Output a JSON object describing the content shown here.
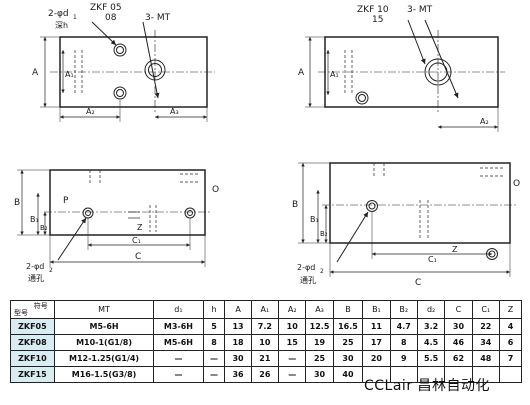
{
  "drawing": {
    "tl": {
      "model": "ZKF 05",
      "model2": "08",
      "hole_label": "2-φd",
      "hole_sub": "1",
      "hole_depth": "深h",
      "thread": "3- MT",
      "dim_A": "A",
      "dim_A1": "A₁",
      "dim_A2": "A₂",
      "dim_A3": "A₃"
    },
    "tr": {
      "model": "ZKF 10",
      "model2": "15",
      "thread": "3- MT",
      "dim_A": "A",
      "dim_A1": "A₁",
      "dim_A2": "A₂"
    },
    "bl": {
      "dim_B": "B",
      "dim_B1": "B₁",
      "dim_B2": "B₂",
      "port_P": "P",
      "port_O": "O",
      "port_Z": "Z",
      "dim_C": "C",
      "dim_C1": "C₁",
      "hole_label": "2-φd",
      "hole_sub": "2",
      "through": "通孔"
    },
    "br": {
      "dim_B": "B",
      "dim_B1": "B₁",
      "dim_B2": "B₂",
      "port_O": "O",
      "port_Z": "Z",
      "dim_C": "C",
      "dim_C1": "C₁",
      "hole_label": "2-φd",
      "hole_sub": "2",
      "through": "通孔"
    }
  },
  "table": {
    "corner_top": "符号",
    "corner_bottom": "型号",
    "headers": [
      "MT",
      "d₁",
      "h",
      "A",
      "A₁",
      "A₂",
      "A₃",
      "B",
      "B₁",
      "B₂",
      "d₂",
      "C",
      "C₁",
      "Z"
    ],
    "rows": [
      [
        "ZKF05",
        "M5-6H",
        "M3-6H",
        "5",
        "13",
        "7.2",
        "10",
        "12.5",
        "16.5",
        "11",
        "4.7",
        "3.2",
        "30",
        "22",
        "4"
      ],
      [
        "ZKF08",
        "M10-1(G1/8)",
        "M5-6H",
        "8",
        "18",
        "10",
        "15",
        "19",
        "25",
        "17",
        "8",
        "4.5",
        "46",
        "34",
        "6"
      ],
      [
        "ZKF10",
        "M12-1.25(G1/4)",
        "—",
        "—",
        "30",
        "21",
        "—",
        "25",
        "30",
        "20",
        "9",
        "5.5",
        "62",
        "48",
        "7"
      ],
      [
        "ZKF15",
        "M16-1.5(G3/8)",
        "—",
        "—",
        "36",
        "26",
        "—",
        "30",
        "40",
        "",
        "",
        "",
        "",
        "",
        ""
      ]
    ]
  },
  "watermark": "CCLair 昌林自动化"
}
